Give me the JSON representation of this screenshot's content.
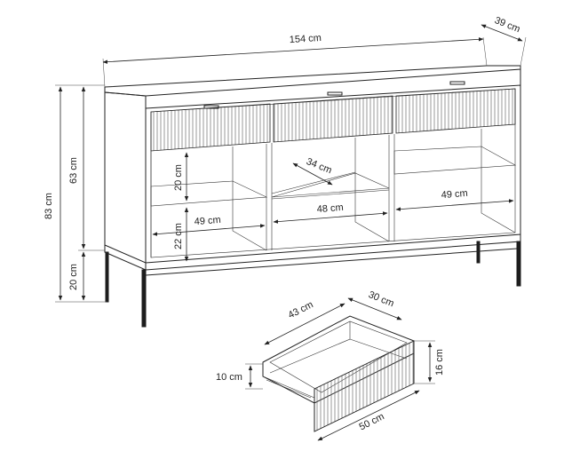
{
  "diagram": {
    "labels": {
      "width_total": "154 cm",
      "depth_total": "39 cm",
      "height_total": "83 cm",
      "height_body": "63 cm",
      "height_legs": "20 cm",
      "shelf_gap_upper": "20 cm",
      "shelf_gap_lower": "22 cm",
      "compartment_left": "49 cm",
      "compartment_middle": "48 cm",
      "compartment_right": "49 cm",
      "shelf_depth": "34 cm",
      "drawer_depth": "43 cm",
      "drawer_width_back": "30 cm",
      "drawer_front_height": "16 cm",
      "drawer_box_height": "10 cm",
      "drawer_width": "50 cm"
    }
  }
}
